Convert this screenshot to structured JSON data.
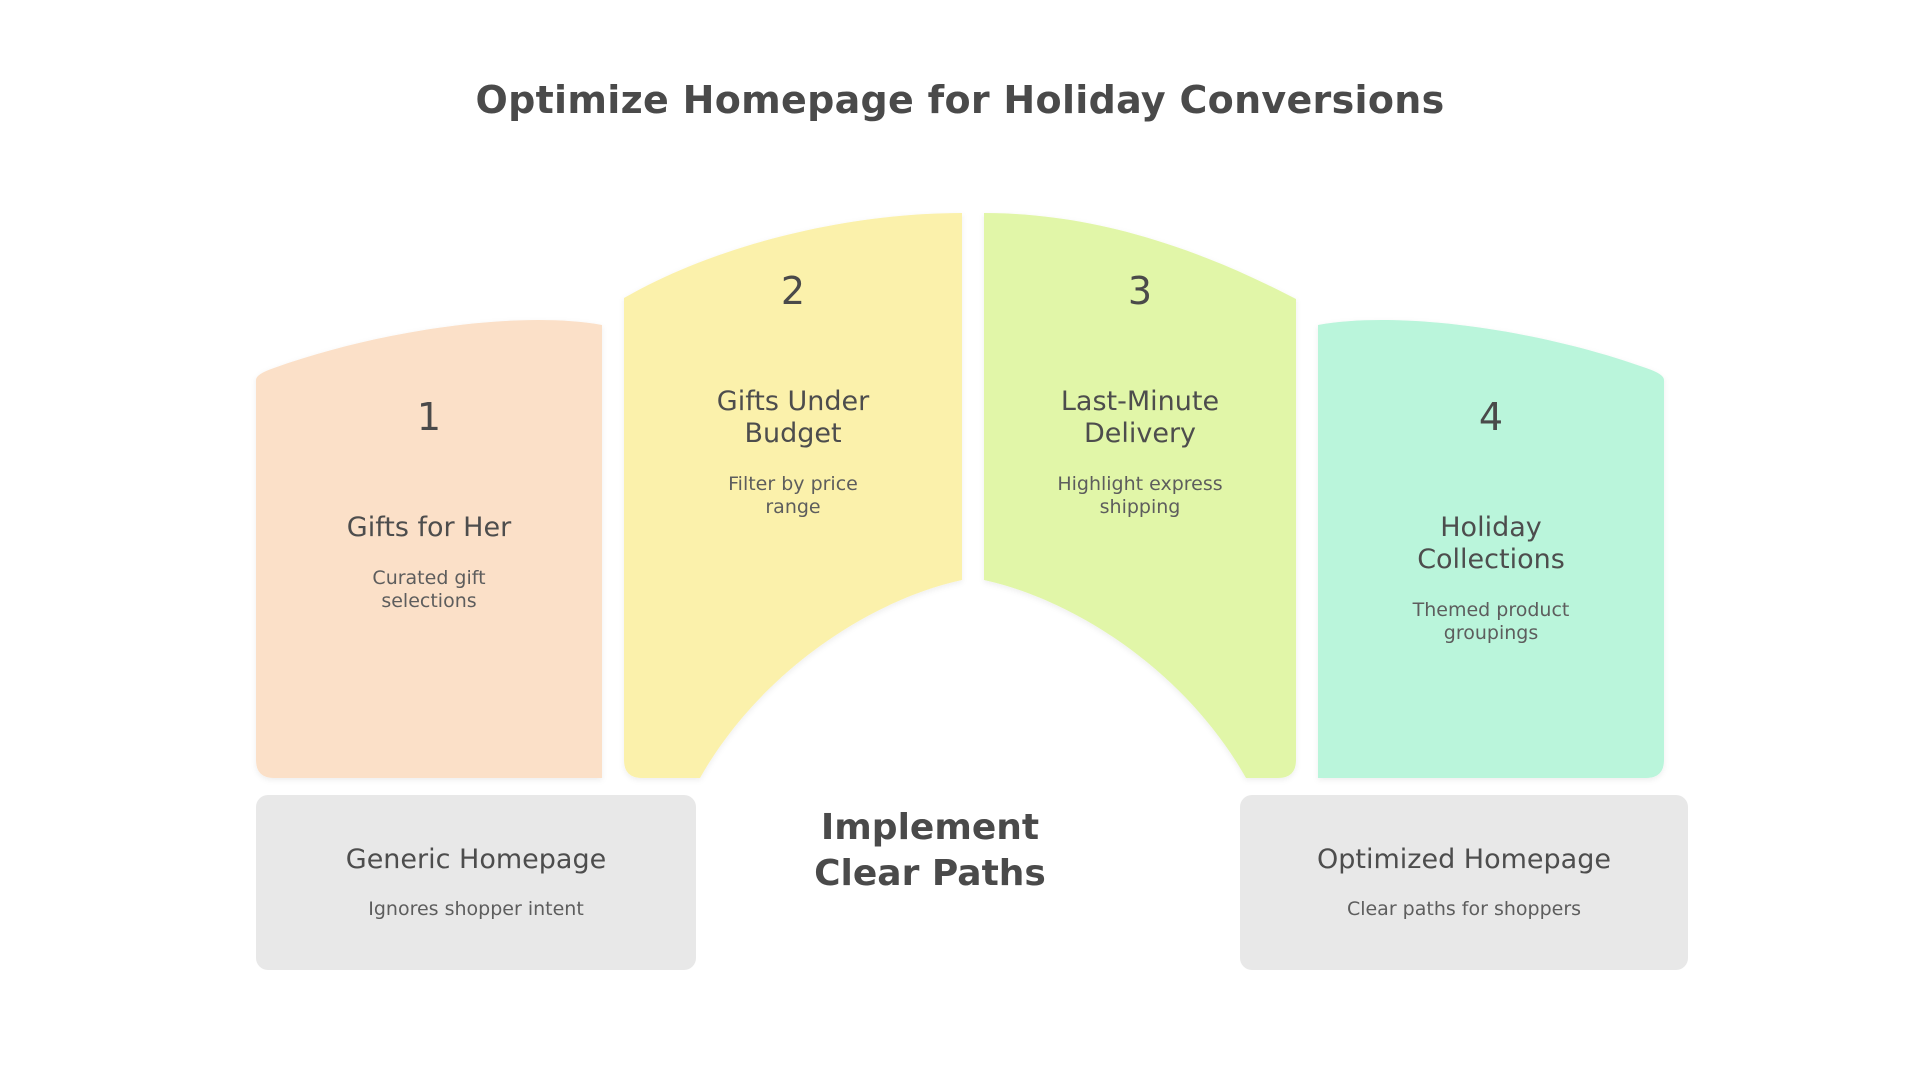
{
  "title": "Optimize Homepage for Holiday Conversions",
  "center_caption": "Implement\nClear Paths",
  "colors": {
    "background": "#ffffff",
    "text_dark": "#4a4a4a",
    "text_body": "#5d5d5d",
    "panel1": "#fbe0c8",
    "panel2": "#fbf1ab",
    "panel3": "#e1f6a8",
    "panel4": "#baf5db",
    "footer_box": "#e8e8e8"
  },
  "panels": [
    {
      "number": "1",
      "title": "Gifts for Her",
      "subtitle": "Curated gift\nselections",
      "color": "#fbe0c8"
    },
    {
      "number": "2",
      "title": "Gifts Under\nBudget",
      "subtitle": "Filter by price\nrange",
      "color": "#fbf1ab"
    },
    {
      "number": "3",
      "title": "Last-Minute\nDelivery",
      "subtitle": "Highlight express\nshipping",
      "color": "#e1f6a8"
    },
    {
      "number": "4",
      "title": "Holiday\nCollections",
      "subtitle": "Themed product\ngroupings",
      "color": "#baf5db"
    }
  ],
  "footer_boxes": [
    {
      "title": "Generic Homepage",
      "subtitle": "Ignores shopper intent"
    },
    {
      "title": "Optimized Homepage",
      "subtitle": "Clear paths for shoppers"
    }
  ]
}
